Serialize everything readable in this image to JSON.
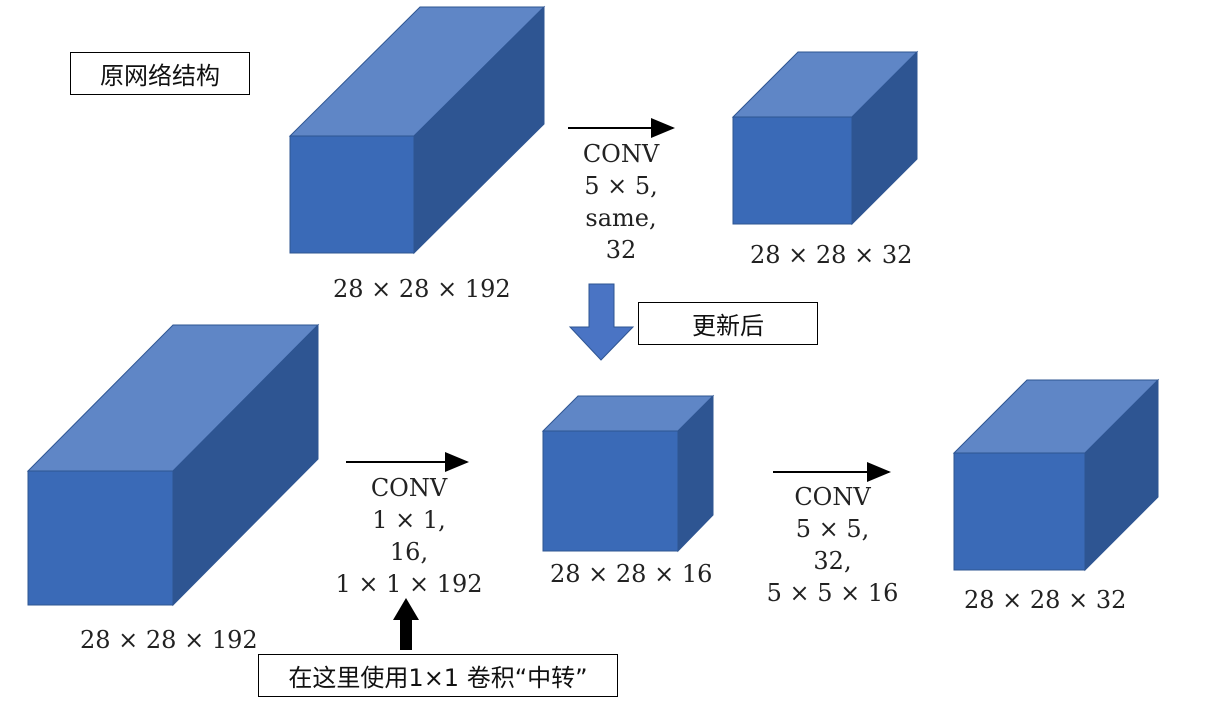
{
  "labels": {
    "original": "原网络结构",
    "updated": "更新后",
    "bottleneck_note": "在这里使用1×1 卷积“中转”"
  },
  "top_row": {
    "input_dim": "28 × 28 × 192",
    "conv": {
      "line1": "CONV",
      "line2": "5 × 5,",
      "line3": "same,",
      "line4": "32"
    },
    "output_dim": "28 × 28 × 32"
  },
  "bottom_row": {
    "input_dim": "28 × 28 × 192",
    "conv1": {
      "line1": "CONV",
      "line2": "1 × 1,",
      "line3": "16,",
      "line4": "1 × 1 × 192"
    },
    "mid_dim": "28 × 28 × 16",
    "conv2": {
      "line1": "CONV",
      "line2": "5 × 5,",
      "line3": "32,",
      "line4": "5 × 5 × 16"
    },
    "output_dim": "28 × 28 × 32"
  },
  "colors": {
    "cube_front": "#3a6ab7",
    "cube_top": "#5f86c6",
    "cube_side": "#2e5592",
    "down_arrow": "#4a74c4"
  }
}
